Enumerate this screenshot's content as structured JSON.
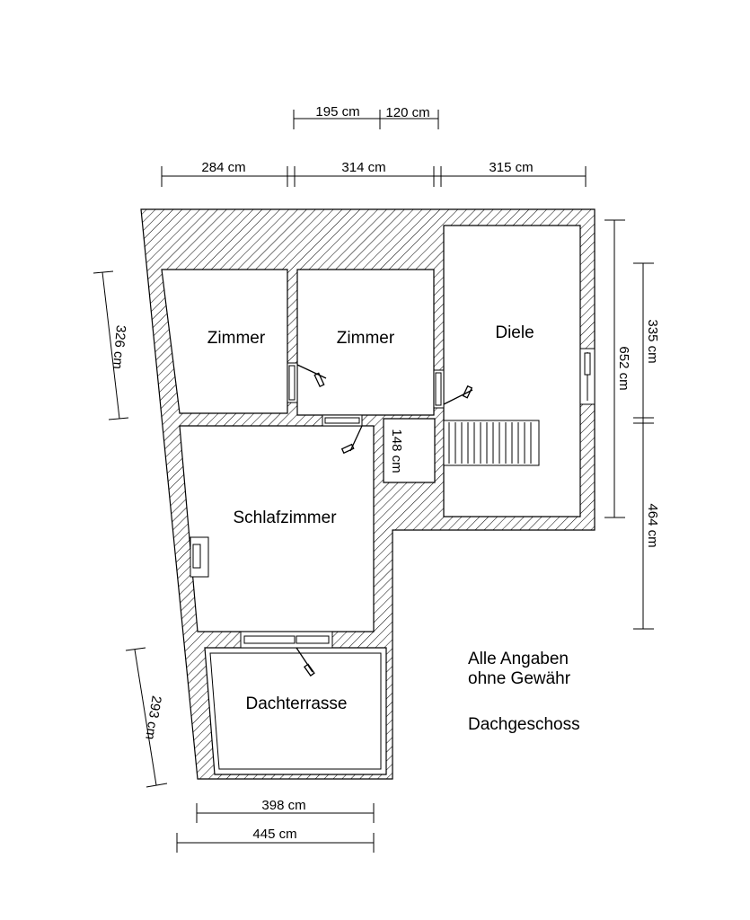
{
  "rooms": {
    "zimmer_left": "Zimmer",
    "zimmer_mid": "Zimmer",
    "diele": "Diele",
    "schlafzimmer": "Schlafzimmer",
    "dachterrasse": "Dachterrasse"
  },
  "dimensions": {
    "top_195": "195 cm",
    "top_120": "120 cm",
    "top_284": "284 cm",
    "top_314": "314 cm",
    "top_315": "315 cm",
    "left_326": "326 cm",
    "left_293": "293 cm",
    "right_652": "652 cm",
    "right_335": "335 cm",
    "right_464": "464 cm",
    "inner_148": "148 cm",
    "bottom_398": "398 cm",
    "bottom_445": "445 cm"
  },
  "notes": {
    "disclaimer_line1": "Alle Angaben",
    "disclaimer_line2": "ohne Gewähr",
    "floor": "Dachgeschoss"
  }
}
